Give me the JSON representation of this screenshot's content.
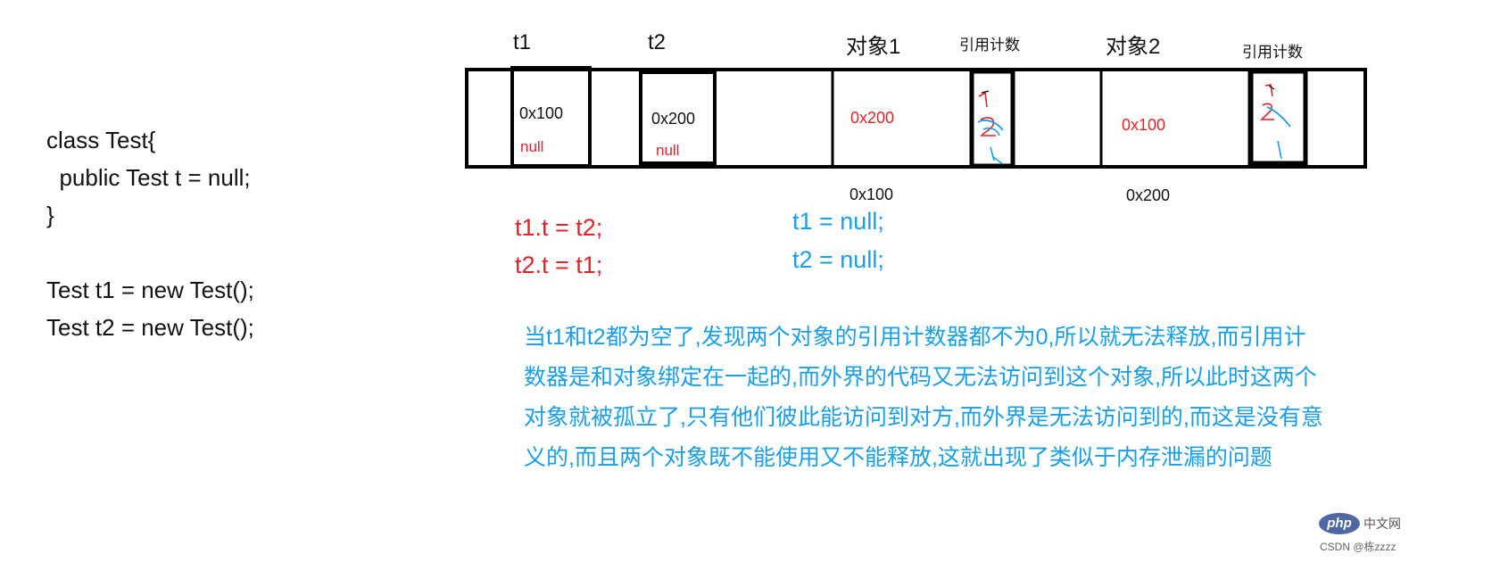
{
  "code": {
    "lines": [
      "class Test{",
      "  public Test t = null;",
      "}",
      "Test t1 = new Test();",
      "Test t2 = new Test();"
    ]
  },
  "memory": {
    "headers": {
      "t1": "t1",
      "t2": "t2",
      "obj1": "对象1",
      "ref1": "引用计数",
      "obj2": "对象2",
      "ref2": "引用计数"
    },
    "cells": {
      "t1_value": "0x100",
      "t1_null": "null",
      "t2_value": "0x200",
      "t2_null": "null",
      "obj1_value": "0x200",
      "obj2_value": "0x100"
    },
    "addresses": {
      "obj1": "0x100",
      "obj2": "0x200"
    }
  },
  "statements": {
    "red": [
      "t1.t = t2;",
      "t2.t = t1;"
    ],
    "blue": [
      "t1 = null;",
      "t2 = null;"
    ]
  },
  "explanation": {
    "lines": [
      "当t1和t2都为空了,发现两个对象的引用计数器都不为0,所以就无法释放,而引用计",
      "数器是和对象绑定在一起的,而外界的代码又无法访问到这个对象,所以此时这两个",
      "对象就被孤立了,只有他们彼此能访问到对方,而外界是无法访问到的,而这是没有意",
      "义的,而且两个对象既不能使用又不能释放,这就出现了类似于内存泄漏的问题"
    ]
  },
  "watermark": {
    "logo": "php",
    "site": "中文网",
    "credit": "CSDN @栋zzzz"
  },
  "colors": {
    "red": "#e0242b",
    "blue": "#1a9ee6"
  }
}
